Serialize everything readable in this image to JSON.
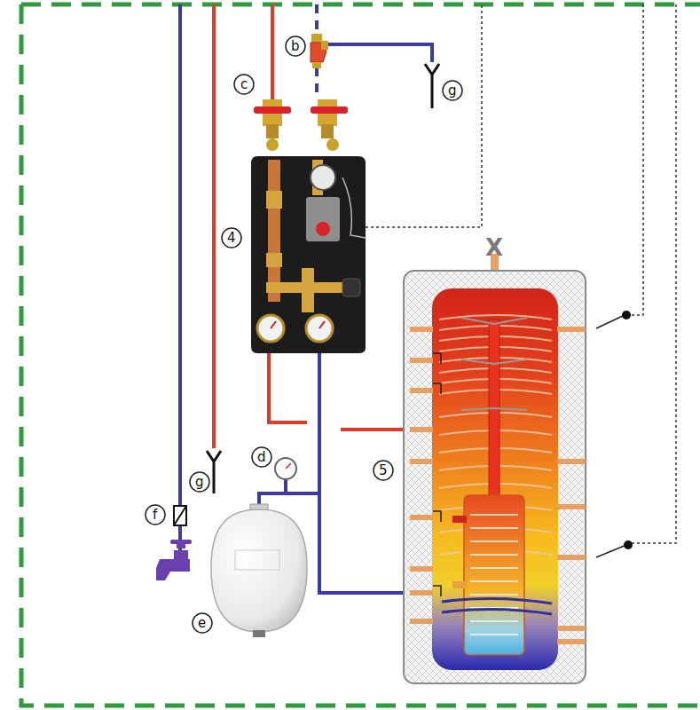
{
  "diagram": {
    "labels": [
      "b",
      "c",
      "g",
      "4",
      "X",
      "d",
      "5",
      "g",
      "f",
      "e"
    ]
  }
}
